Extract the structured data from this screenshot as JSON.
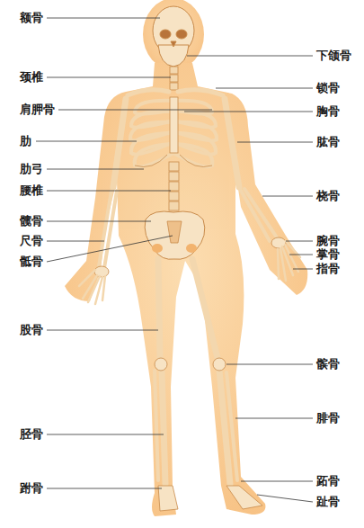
{
  "diagram": {
    "labels": [
      "额骨",
      "下颌骨",
      "颈椎",
      "锁骨",
      "肩胛骨",
      "胸骨",
      "肋",
      "肱骨",
      "肋弓",
      "腰椎",
      "桡骨",
      "髋骨",
      "尺骨",
      "腕骨",
      "掌骨",
      "骶骨",
      "指骨",
      "股骨",
      "髌骨",
      "腓骨",
      "胫骨",
      "跖骨",
      "跗骨",
      "趾骨"
    ]
  }
}
